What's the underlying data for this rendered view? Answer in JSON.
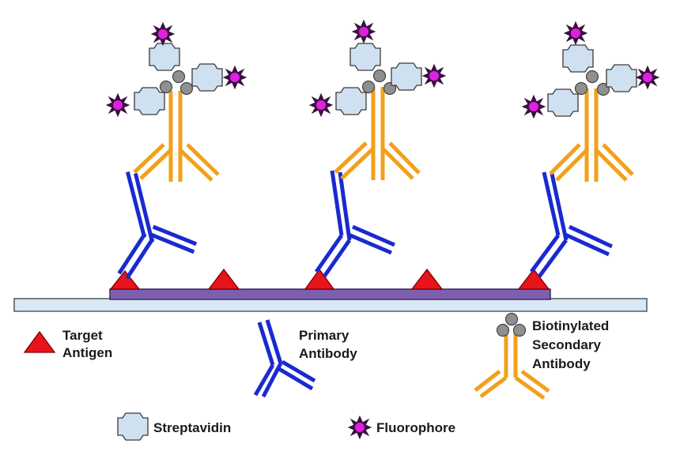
{
  "labels": {
    "antigen_line1": "Target",
    "antigen_line2": "Antigen",
    "primary_line1": "Primary",
    "primary_line2": "Antibody",
    "secondary_line1": "Biotinylated",
    "secondary_line2": "Secondary",
    "secondary_line3": "Antibody",
    "streptavidin": "Streptavidin",
    "fluorophore": "Fluorophore"
  },
  "colors": {
    "antigen": "#e8141a",
    "primary_antibody": "#1a2ad0",
    "secondary_antibody": "#f2a01c",
    "biotin": "#8a8a8a",
    "streptavidin": "#cfe0f0",
    "fluorophore": "#d61ad6",
    "substrate": "#d9e8f2",
    "coating": "#7d5fb0"
  }
}
